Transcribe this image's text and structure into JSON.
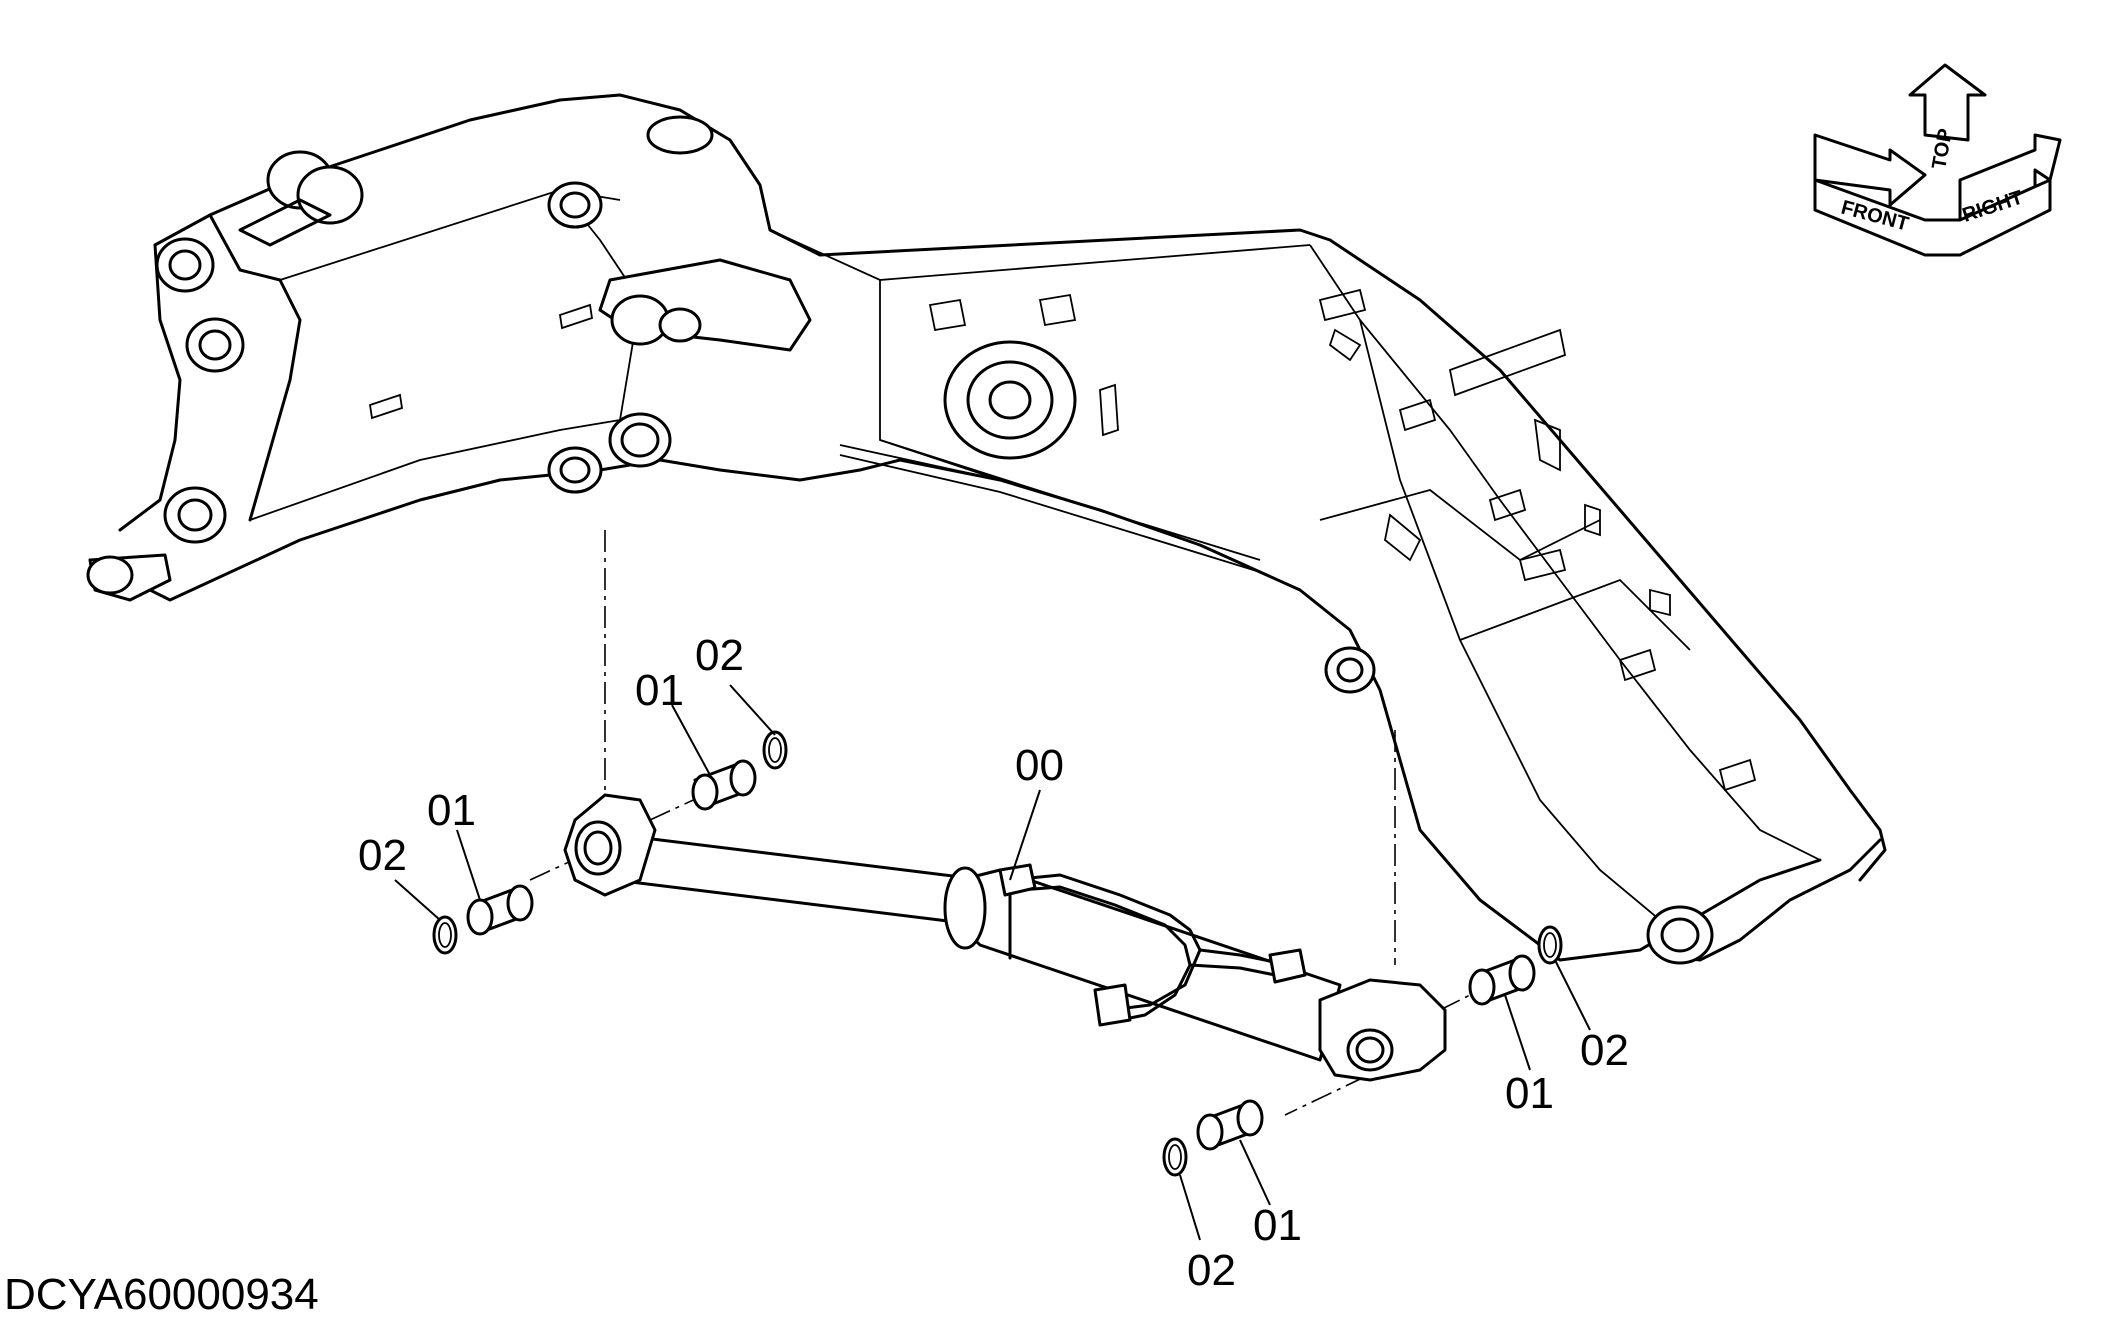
{
  "drawing_id": "DCYA60000934",
  "orientation": {
    "front_label": "FRONT",
    "top_label": "TOP",
    "right_label": "RIGHT"
  },
  "callouts": [
    {
      "id": "callout-00",
      "label": "00"
    },
    {
      "id": "callout-01-a",
      "label": "01"
    },
    {
      "id": "callout-02-a",
      "label": "02"
    },
    {
      "id": "callout-01-b",
      "label": "01"
    },
    {
      "id": "callout-02-b",
      "label": "02"
    },
    {
      "id": "callout-01-c",
      "label": "01"
    },
    {
      "id": "callout-02-c",
      "label": "02"
    },
    {
      "id": "callout-01-d",
      "label": "01"
    },
    {
      "id": "callout-02-d",
      "label": "02"
    }
  ]
}
